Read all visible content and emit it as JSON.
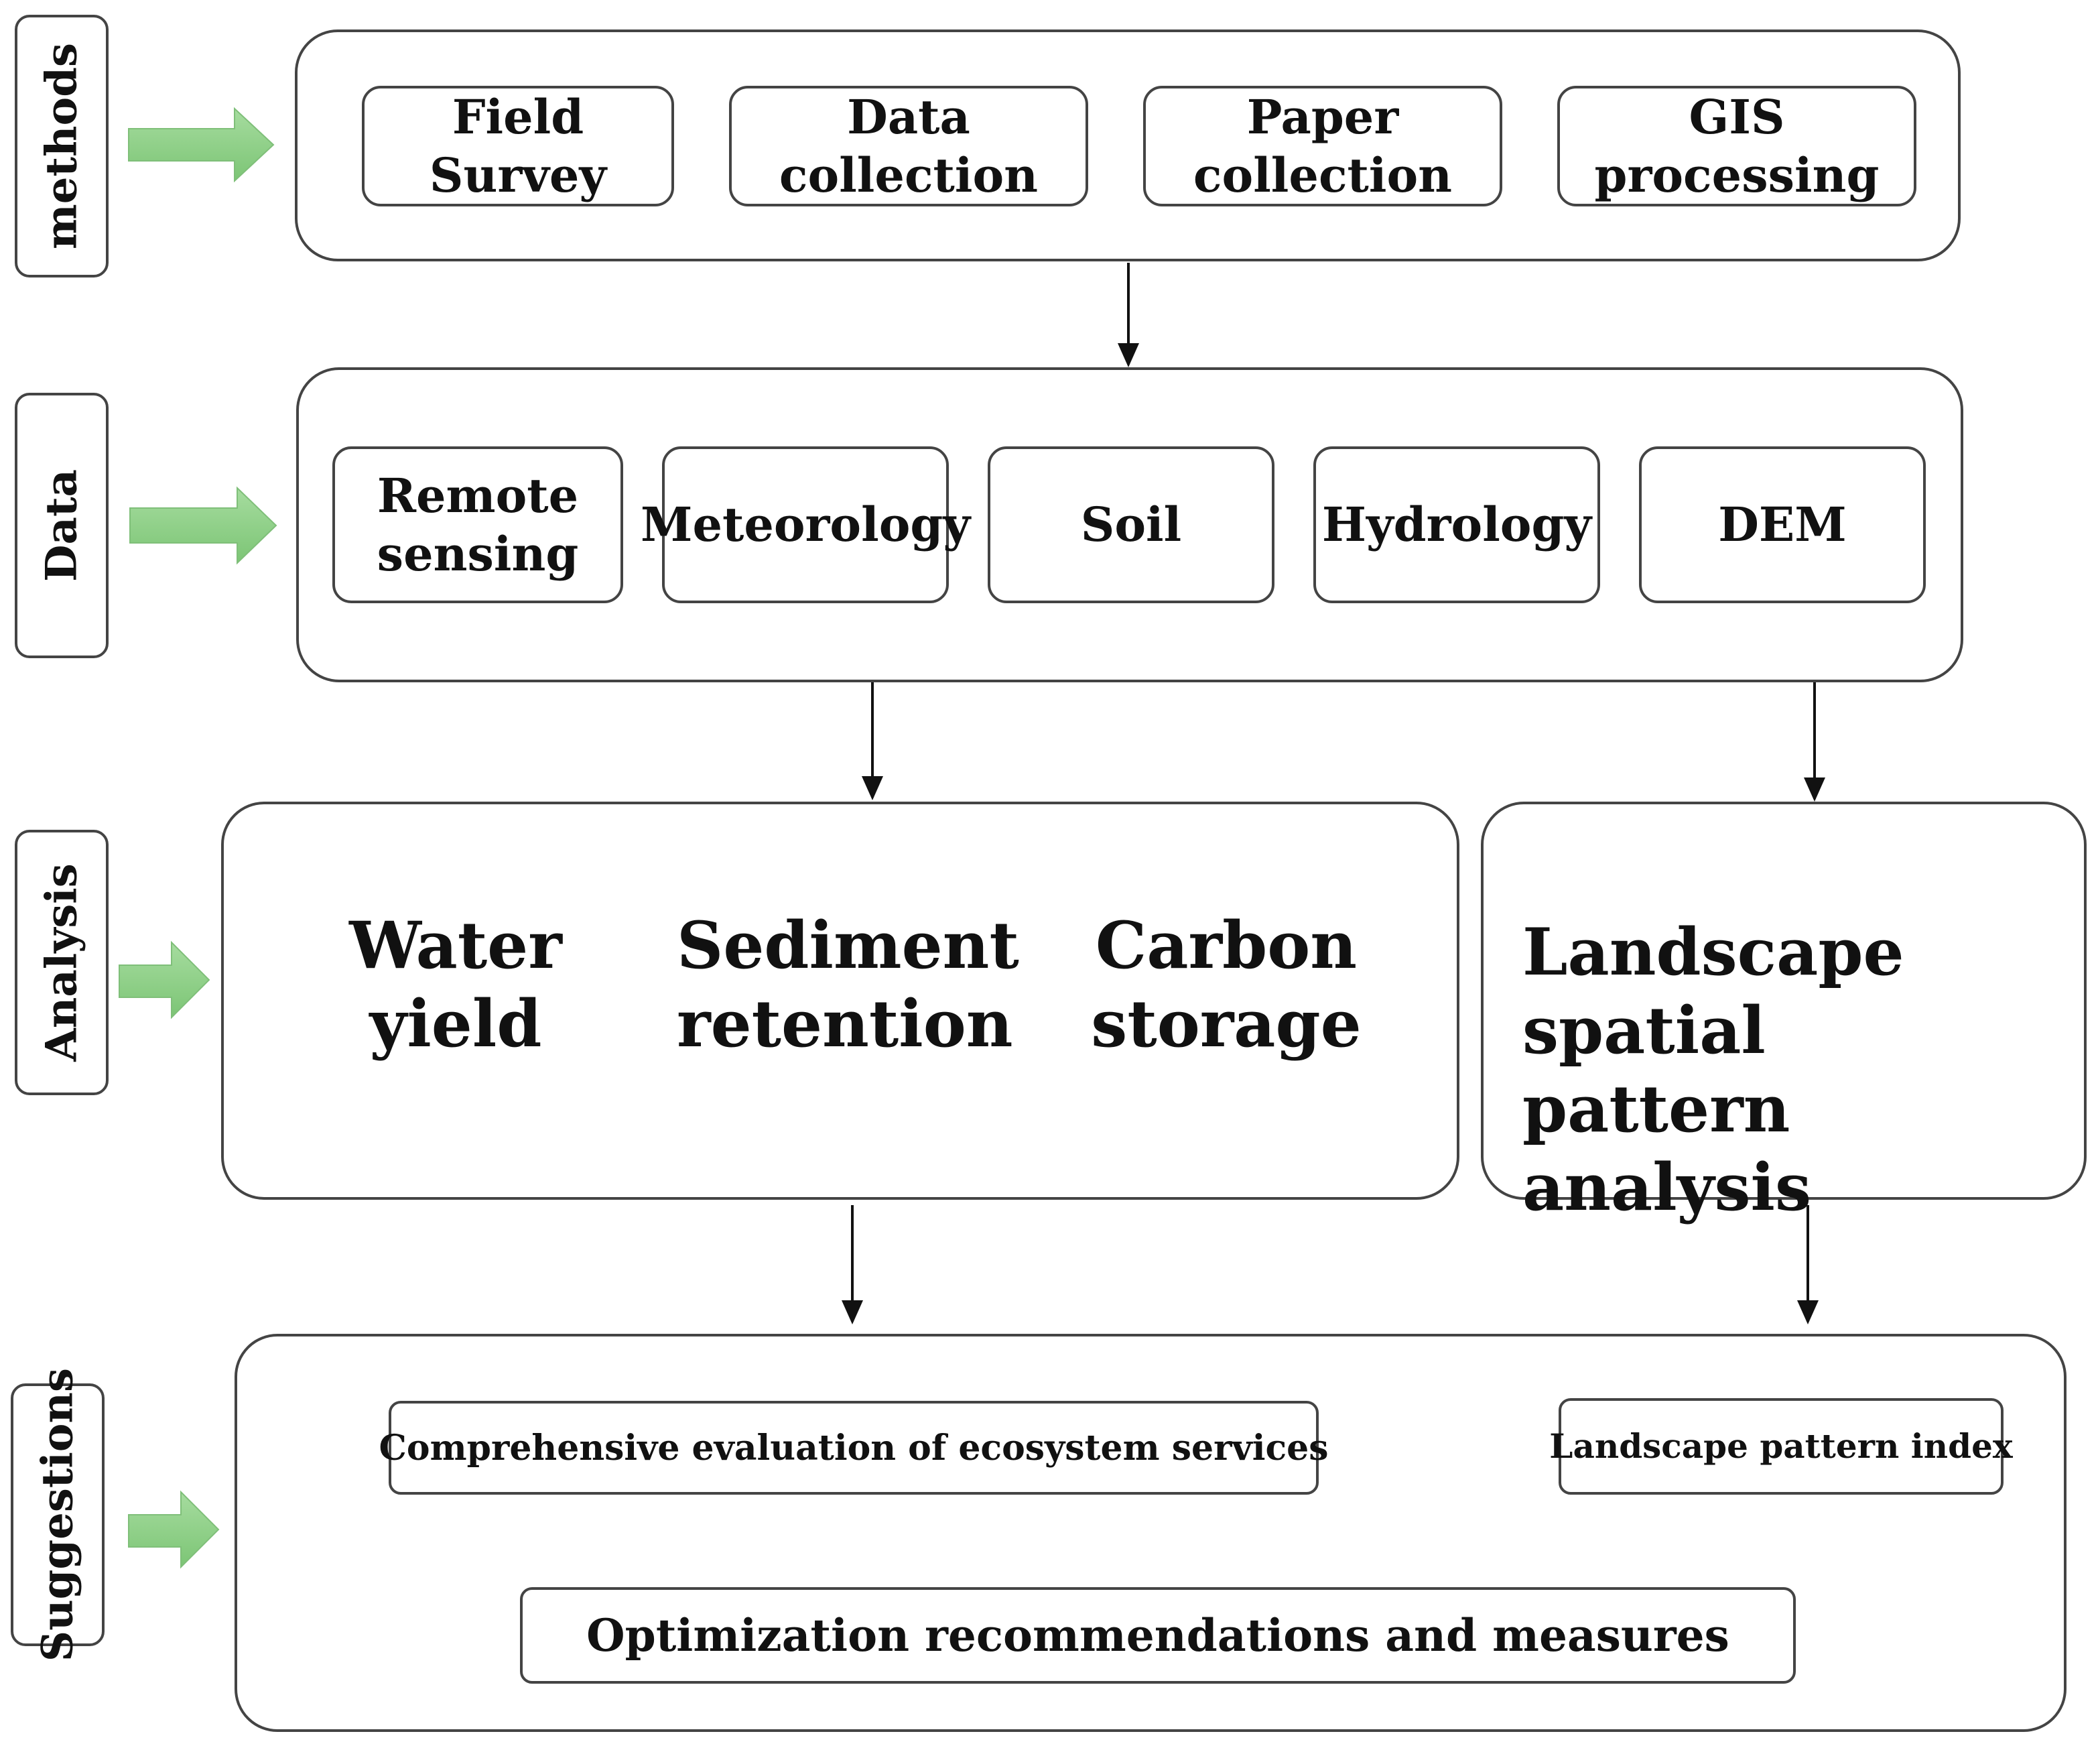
{
  "sections": {
    "methods": {
      "label": "methods",
      "items": [
        "Field Survey",
        "Data collection",
        "Paper collection",
        "GIS processing"
      ]
    },
    "data": {
      "label": "Data",
      "items": [
        "Remote\nsensing",
        "Meteorology",
        "Soil",
        "Hydrology",
        "DEM"
      ]
    },
    "analysis": {
      "label": "Analysis",
      "services": [
        "Water\nyield",
        "Sediment\nretention",
        "Carbon\nstorage"
      ],
      "landscape": "Landscape spatial\npattern analysis"
    },
    "suggestions": {
      "label": "Suggestions",
      "evaluation": "Comprehensive evaluation of ecosystem services",
      "index": "Landscape pattern index",
      "measures": "Optimization recommendations and measures"
    }
  },
  "colors": {
    "side_arrow": "#8fd18a",
    "border": "#444444",
    "text": "#111111"
  }
}
